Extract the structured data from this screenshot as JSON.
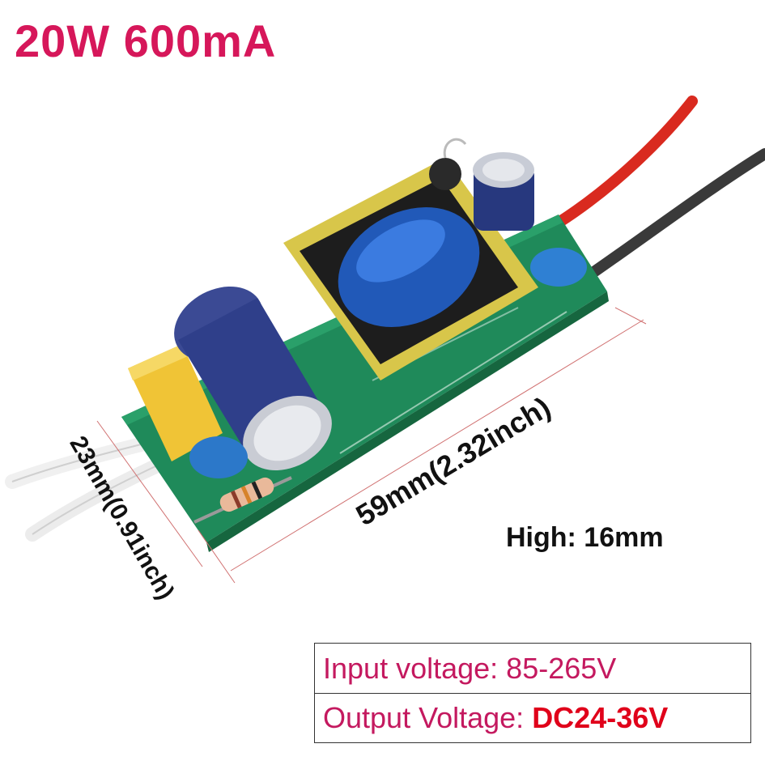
{
  "title": "20W 600mA",
  "dimensions": {
    "length": "59mm(2.32inch)",
    "width": "23mm(0.91inch)",
    "height": "High: 16mm"
  },
  "specs": {
    "input_label": "Input voltage:",
    "input_value": "85-265V",
    "output_label": "Output Voltage:",
    "output_value": "DC24-36V"
  },
  "colors": {
    "title": "#d6175a",
    "spec_text": "#c4195f",
    "output_value": "#e0001a",
    "pcb": "#1f8a5a",
    "transformer": "#d8c64a",
    "capacitor": "#2f3f8a",
    "wire_red": "#d92a1f",
    "wire_black": "#333333"
  }
}
